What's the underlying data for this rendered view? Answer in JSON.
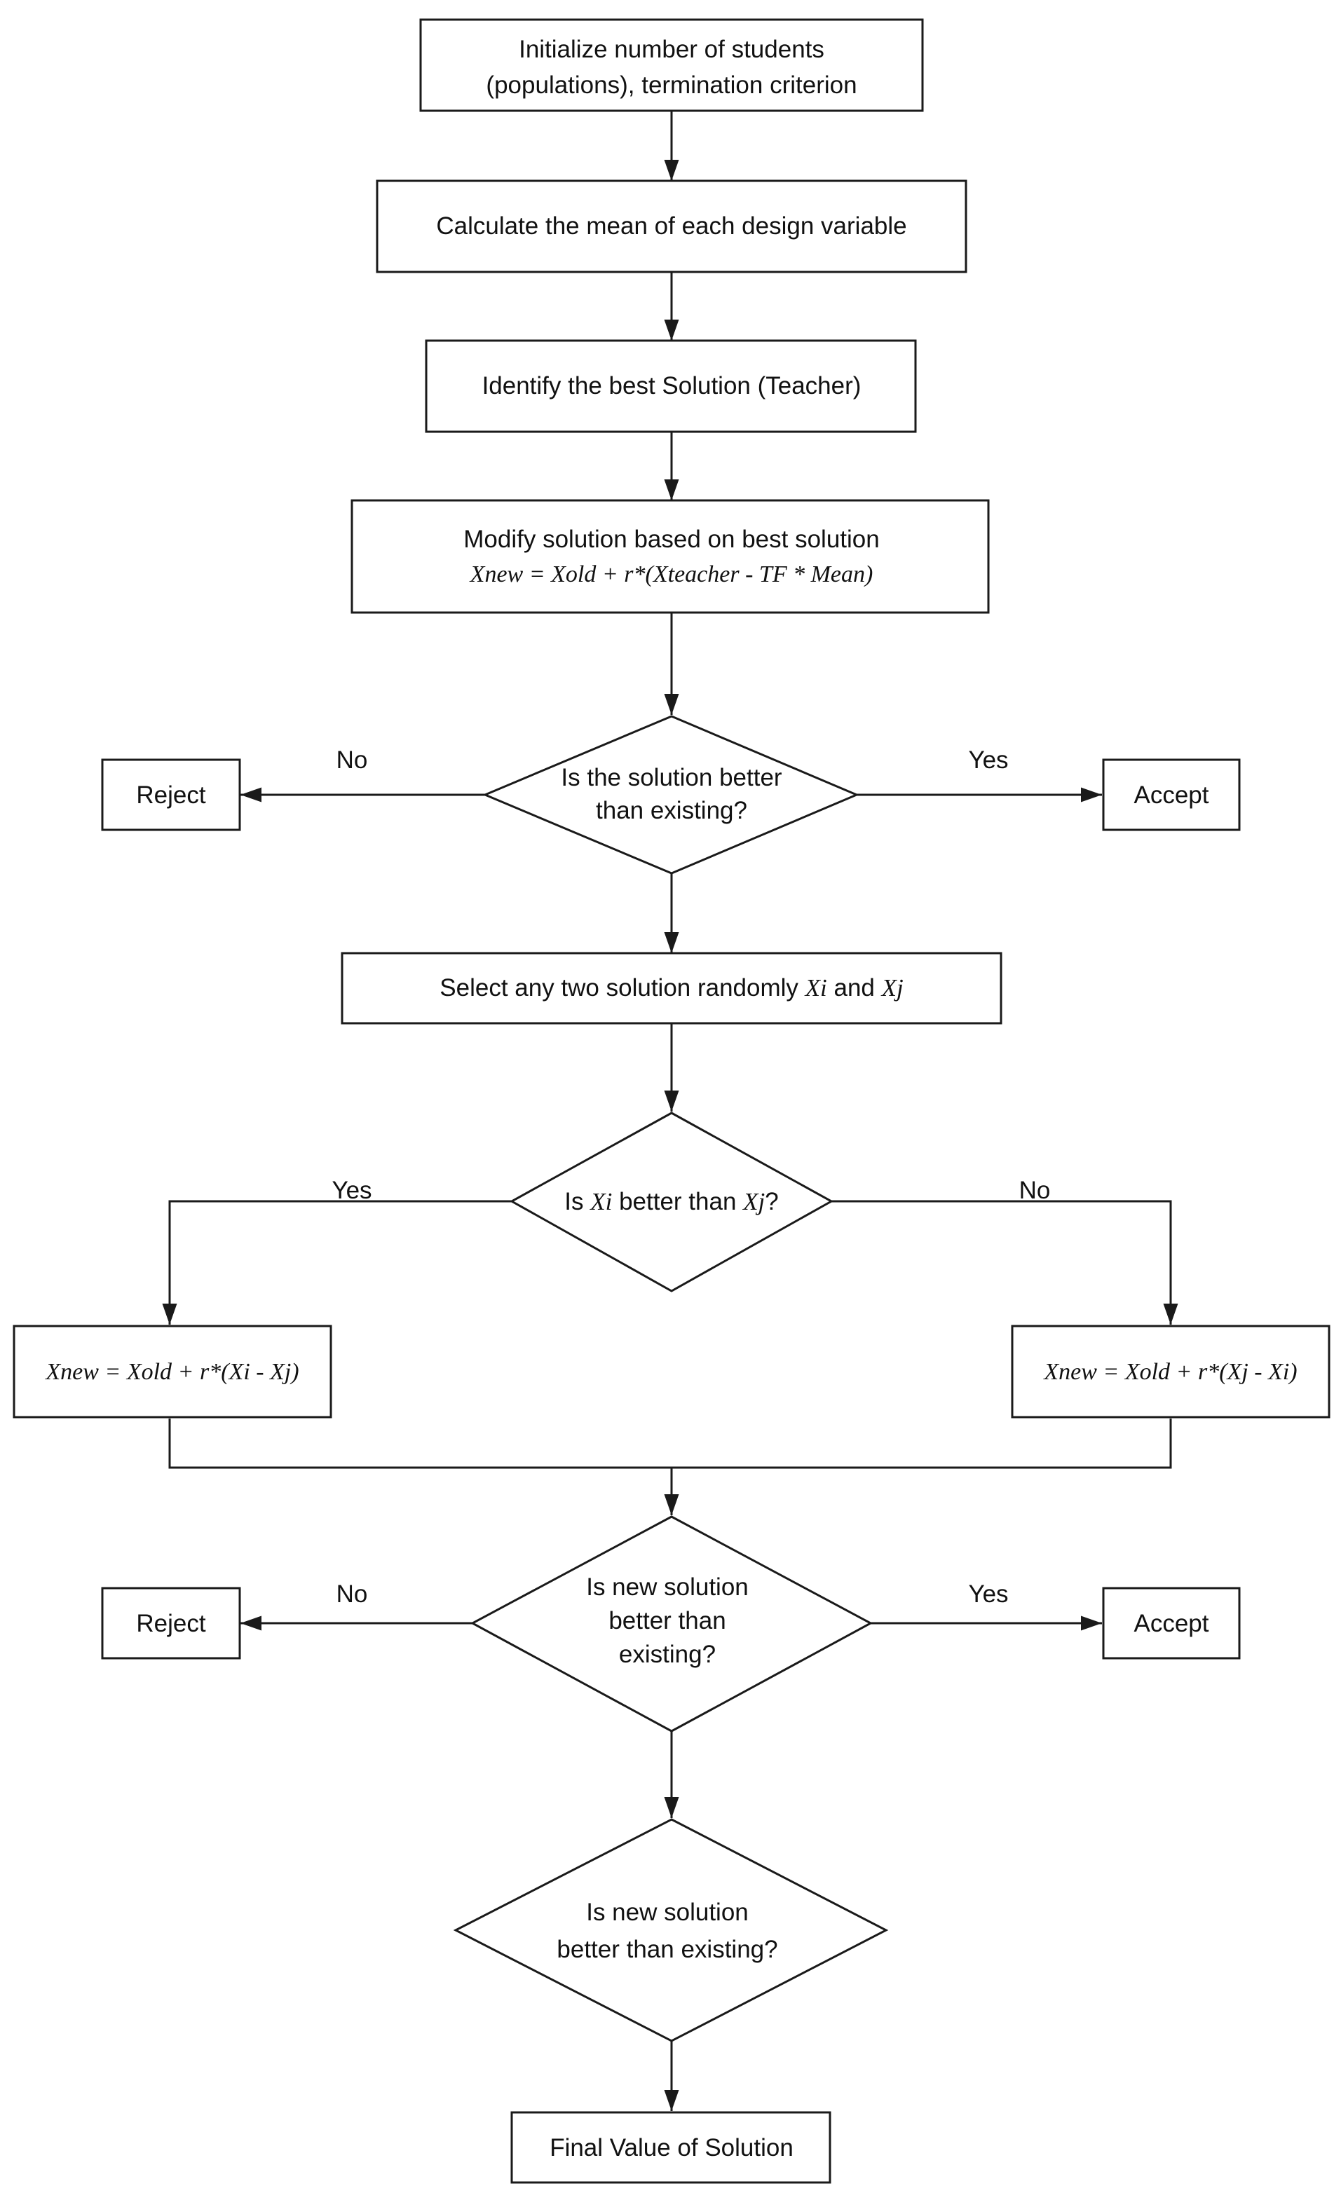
{
  "flowchart": {
    "init": {
      "line1": "Initialize number of students",
      "line2": "(populations), termination criterion"
    },
    "mean": {
      "label": "Calculate the mean of each design variable"
    },
    "teacher": {
      "label": "Identify the best Solution (Teacher)"
    },
    "modify": {
      "line1": "Modify solution based on best solution",
      "formula": "Xnew = Xold + r*(Xteacher - TF * Mean)"
    },
    "decision1": {
      "line1": "Is the solution better",
      "line2": "than existing?",
      "no_label": "No",
      "yes_label": "Yes",
      "reject": "Reject",
      "accept": "Accept"
    },
    "select": {
      "prefix": "Select any two solution randomly ",
      "xi": "Xi",
      "and": " and ",
      "xj": "Xj"
    },
    "decision2": {
      "prefix": "Is ",
      "xi": "Xi",
      "middle": " better than ",
      "xj": "Xj",
      "suffix": "?",
      "yes_label": "Yes",
      "no_label": "No"
    },
    "update_left": {
      "formula": "Xnew = Xold + r*(Xi - Xj)"
    },
    "update_right": {
      "formula": "Xnew = Xold + r*(Xj - Xi)"
    },
    "decision3": {
      "line1": "Is new solution",
      "line2": "better than",
      "line3": "existing?",
      "no_label": "No",
      "yes_label": "Yes",
      "reject": "Reject",
      "accept": "Accept"
    },
    "decision4": {
      "line1": "Is new solution",
      "line2": "better than existing?"
    },
    "final": {
      "label": "Final Value of Solution"
    }
  }
}
